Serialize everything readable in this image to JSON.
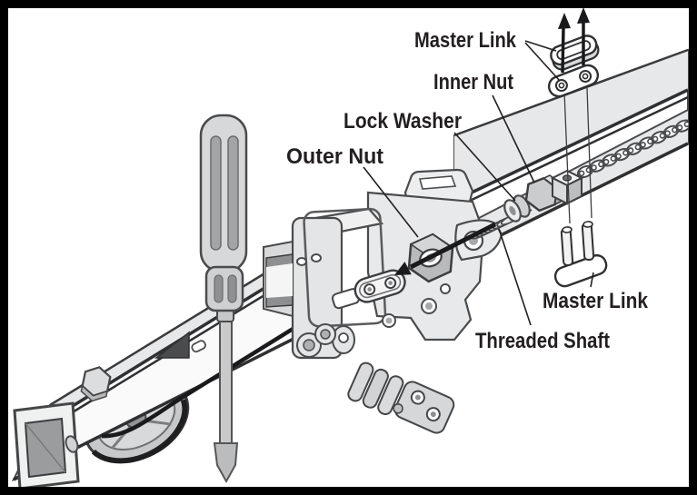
{
  "diagram": {
    "type": "exploded-assembly-illustration",
    "subject": "Chain trolley assembly: master links, inner nut, lock washer, outer nut, threaded shaft"
  },
  "colors": {
    "frame": "#000000",
    "background": "#ffffff",
    "outline": "#4a4b4d",
    "fill_light": "#ebecec",
    "fill_mid": "#d2d3d4",
    "fill_dark": "#a5a6a8",
    "text": "#231f20",
    "arrow": "#1a1a1c"
  },
  "labels": {
    "master_link_top": "Master Link",
    "inner_nut": "Inner Nut",
    "lock_washer": "Lock Washer",
    "outer_nut": "Outer Nut",
    "master_link_bottom": "Master Link",
    "threaded_shaft": "Threaded Shaft"
  },
  "parts": [
    "rail",
    "drive-chain",
    "trolley",
    "release-lever",
    "pulley",
    "hex-bolt",
    "screwdriver",
    "cable",
    "cable-link",
    "outer-nut",
    "lock-washer",
    "inner-nut",
    "threaded-shaft-spring",
    "chain-connector",
    "master-link-cap",
    "master-link-plate",
    "master-link-pins"
  ]
}
